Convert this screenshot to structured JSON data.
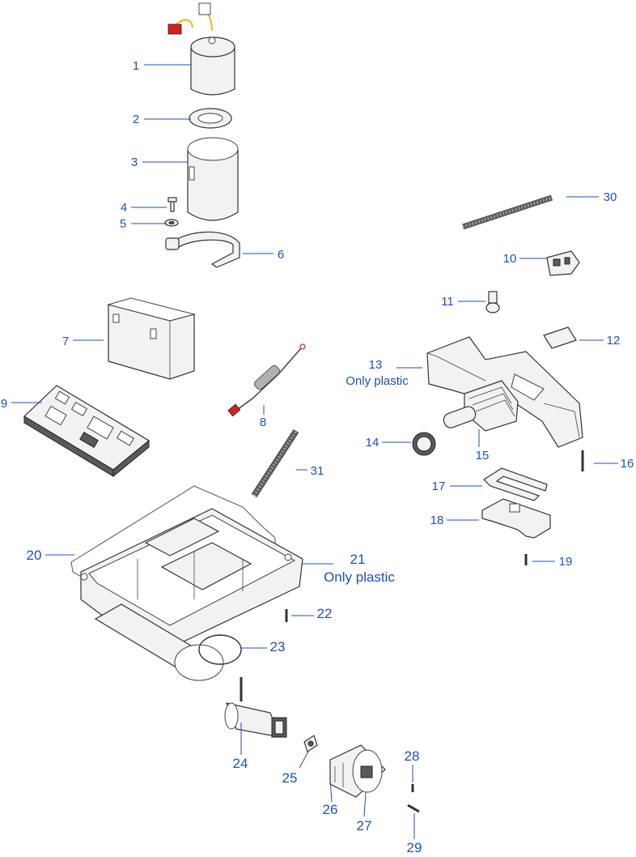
{
  "callouts": [
    {
      "id": "1",
      "label": "1"
    },
    {
      "id": "2",
      "label": "2"
    },
    {
      "id": "3",
      "label": "3"
    },
    {
      "id": "4",
      "label": "4"
    },
    {
      "id": "5",
      "label": "5"
    },
    {
      "id": "6",
      "label": "6"
    },
    {
      "id": "7",
      "label": "7"
    },
    {
      "id": "8",
      "label": "8"
    },
    {
      "id": "9",
      "label": "9"
    },
    {
      "id": "10",
      "label": "10"
    },
    {
      "id": "11",
      "label": "11"
    },
    {
      "id": "12",
      "label": "12"
    },
    {
      "id": "13",
      "label": "13"
    },
    {
      "id": "14",
      "label": "14"
    },
    {
      "id": "15",
      "label": "15"
    },
    {
      "id": "16",
      "label": "16"
    },
    {
      "id": "17",
      "label": "17"
    },
    {
      "id": "18",
      "label": "18"
    },
    {
      "id": "19",
      "label": "19"
    },
    {
      "id": "20",
      "label": "20"
    },
    {
      "id": "21",
      "label": "21"
    },
    {
      "id": "22",
      "label": "22"
    },
    {
      "id": "23",
      "label": "23"
    },
    {
      "id": "24",
      "label": "24"
    },
    {
      "id": "25",
      "label": "25"
    },
    {
      "id": "26",
      "label": "26"
    },
    {
      "id": "27",
      "label": "27"
    },
    {
      "id": "28",
      "label": "28"
    },
    {
      "id": "29",
      "label": "29"
    },
    {
      "id": "30",
      "label": "30"
    },
    {
      "id": "31",
      "label": "31"
    }
  ],
  "notes": {
    "part13": "Only plastic",
    "part21": "Only plastic"
  },
  "colors": {
    "callout": "#1f4fbf",
    "line": "#333333",
    "red_wire": "#d42020",
    "yellow_wire": "#e8b820"
  }
}
